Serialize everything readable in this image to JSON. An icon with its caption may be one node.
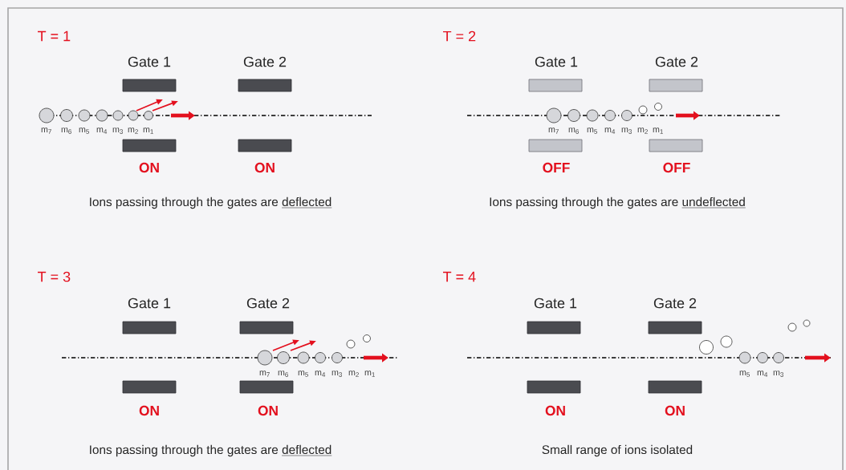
{
  "diagram": {
    "labels": [
      "T = 1",
      "Gate 1",
      "Gate 2",
      "m$_{7}$",
      "m$_{6}$",
      "m$_{5}$",
      "m$_{4}$",
      "m$_{3}$",
      "m$_{2}$",
      "m$_{1}$",
      "ON",
      "ON",
      "Ions passing through the gates are",
      "deflected",
      "T = 2",
      "Gate 1",
      "Gate 2",
      "m$_{7}$",
      "m$_{6}$",
      "m$_{5}$",
      "m$_{4}$",
      "m$_{3}$",
      "m$_{2}$",
      "m$_{1}$",
      "OFF",
      "OFF",
      "Ions passing through the gates are",
      "undeflected",
      "T = 3",
      "Gate 1",
      "Gate 2",
      "m$_{7}$",
      "m$_{6}$",
      "m$_{5}$",
      "m$_{4}$",
      "m$_{3}$",
      "m$_{2}$",
      "m$_{1}$",
      "ON",
      "ON",
      "Ions passing through the gates are",
      "deflected",
      "T = 4",
      "Gate 1",
      "Gate 2",
      "m$_{5}$",
      "m$_{4}$",
      "m$_{3}$",
      "ON",
      "ON",
      "Small range of ions isolated"
    ]
  }
}
